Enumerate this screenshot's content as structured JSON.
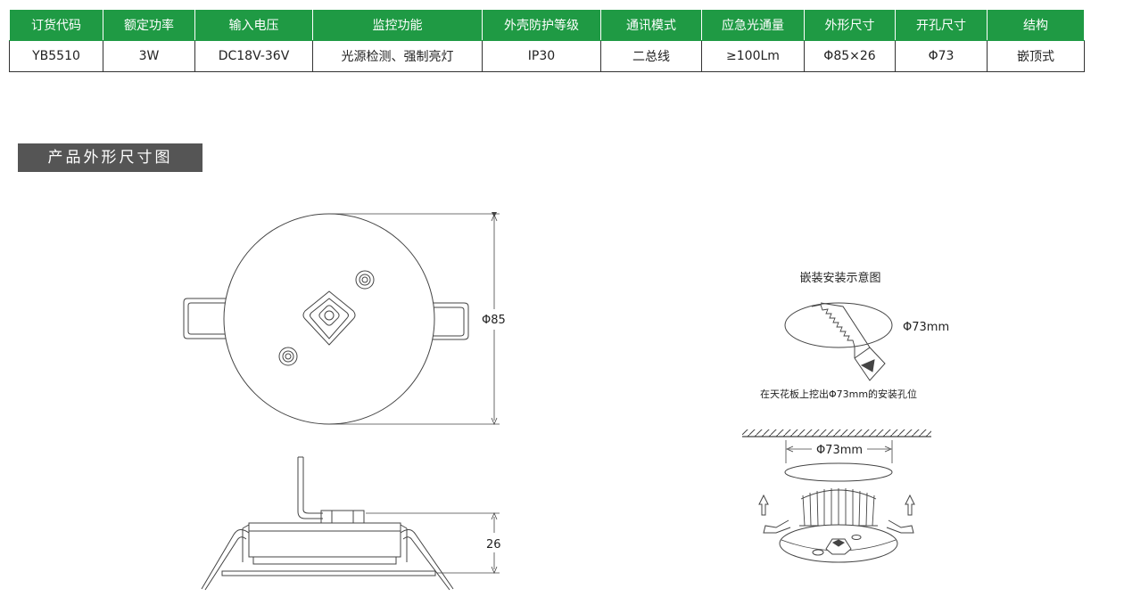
{
  "spec_table": {
    "headers": [
      "订货代码",
      "额定功率",
      "输入电压",
      "监控功能",
      "外壳防护等级",
      "通讯模式",
      "应急光通量",
      "外形尺寸",
      "开孔尺寸",
      "结构"
    ],
    "row": [
      "YB5510",
      "3W",
      "DC18V-36V",
      "光源检测、强制亮灯",
      "IP30",
      "二总线",
      "≥100Lm",
      "Φ85×26",
      "Φ73",
      "嵌顶式"
    ]
  },
  "section_title": "产品外形尺寸图",
  "front_view": {
    "diameter_label": "Φ85"
  },
  "side_view": {
    "height_label": "26"
  },
  "install_diagram": {
    "title": "嵌装安装示意图",
    "hole_label": "Φ73mm",
    "step1_caption": "在天花板上挖出Φ73mm的安装孔位",
    "step2_hole_label": "Φ73mm"
  },
  "colors": {
    "header_green": "#1f9a44",
    "title_bar": "#555555",
    "line": "#444444"
  }
}
